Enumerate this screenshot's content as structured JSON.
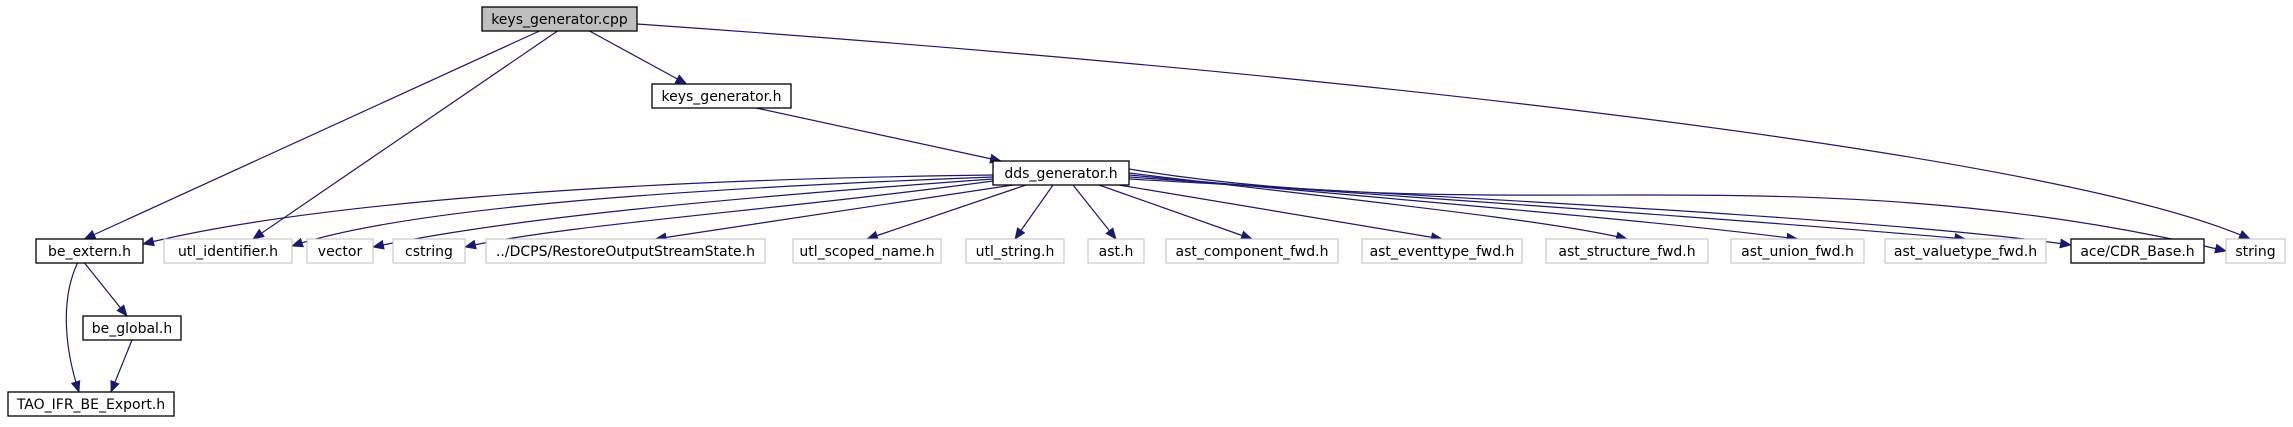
{
  "colors": {
    "edge": "#191970",
    "node_solid_border": "#000000",
    "node_external_border": "#bfbfbf",
    "root_fill": "#bfbfbf",
    "node_fill": "#ffffff",
    "text": "#000000"
  },
  "nodes": [
    {
      "id": "keys_generator_cpp",
      "label": "keys_generator.cpp",
      "style": "root"
    },
    {
      "id": "keys_generator_h",
      "label": "keys_generator.h",
      "style": "solid"
    },
    {
      "id": "dds_generator_h",
      "label": "dds_generator.h",
      "style": "solid"
    },
    {
      "id": "be_extern_h",
      "label": "be_extern.h",
      "style": "solid"
    },
    {
      "id": "utl_identifier_h",
      "label": "utl_identifier.h",
      "style": "external"
    },
    {
      "id": "vector",
      "label": "vector",
      "style": "external"
    },
    {
      "id": "cstring",
      "label": "cstring",
      "style": "external"
    },
    {
      "id": "restore_output_stream_state_h",
      "label": "../DCPS/RestoreOutputStreamState.h",
      "style": "external"
    },
    {
      "id": "utl_scoped_name_h",
      "label": "utl_scoped_name.h",
      "style": "external"
    },
    {
      "id": "utl_string_h",
      "label": "utl_string.h",
      "style": "external"
    },
    {
      "id": "ast_h",
      "label": "ast.h",
      "style": "external"
    },
    {
      "id": "ast_component_fwd_h",
      "label": "ast_component_fwd.h",
      "style": "external"
    },
    {
      "id": "ast_eventtype_fwd_h",
      "label": "ast_eventtype_fwd.h",
      "style": "external"
    },
    {
      "id": "ast_structure_fwd_h",
      "label": "ast_structure_fwd.h",
      "style": "external"
    },
    {
      "id": "ast_union_fwd_h",
      "label": "ast_union_fwd.h",
      "style": "external"
    },
    {
      "id": "ast_valuetype_fwd_h",
      "label": "ast_valuetype_fwd.h",
      "style": "external"
    },
    {
      "id": "ace_cdr_base_h",
      "label": "ace/CDR_Base.h",
      "style": "solid"
    },
    {
      "id": "string",
      "label": "string",
      "style": "external"
    },
    {
      "id": "be_global_h",
      "label": "be_global.h",
      "style": "solid"
    },
    {
      "id": "tao_ifr_be_export_h",
      "label": "TAO_IFR_BE_Export.h",
      "style": "solid"
    }
  ],
  "edges": [
    {
      "from": "keys_generator_cpp",
      "to": "keys_generator_h"
    },
    {
      "from": "keys_generator_cpp",
      "to": "be_extern_h"
    },
    {
      "from": "keys_generator_cpp",
      "to": "utl_identifier_h"
    },
    {
      "from": "keys_generator_cpp",
      "to": "string"
    },
    {
      "from": "keys_generator_h",
      "to": "dds_generator_h"
    },
    {
      "from": "dds_generator_h",
      "to": "be_extern_h"
    },
    {
      "from": "dds_generator_h",
      "to": "utl_identifier_h"
    },
    {
      "from": "dds_generator_h",
      "to": "vector"
    },
    {
      "from": "dds_generator_h",
      "to": "cstring"
    },
    {
      "from": "dds_generator_h",
      "to": "restore_output_stream_state_h"
    },
    {
      "from": "dds_generator_h",
      "to": "utl_scoped_name_h"
    },
    {
      "from": "dds_generator_h",
      "to": "utl_string_h"
    },
    {
      "from": "dds_generator_h",
      "to": "ast_h"
    },
    {
      "from": "dds_generator_h",
      "to": "ast_component_fwd_h"
    },
    {
      "from": "dds_generator_h",
      "to": "ast_eventtype_fwd_h"
    },
    {
      "from": "dds_generator_h",
      "to": "ast_structure_fwd_h"
    },
    {
      "from": "dds_generator_h",
      "to": "ast_union_fwd_h"
    },
    {
      "from": "dds_generator_h",
      "to": "ast_valuetype_fwd_h"
    },
    {
      "from": "dds_generator_h",
      "to": "ace_cdr_base_h"
    },
    {
      "from": "dds_generator_h",
      "to": "string"
    },
    {
      "from": "be_extern_h",
      "to": "be_global_h"
    },
    {
      "from": "be_extern_h",
      "to": "tao_ifr_be_export_h"
    },
    {
      "from": "be_global_h",
      "to": "tao_ifr_be_export_h"
    }
  ]
}
